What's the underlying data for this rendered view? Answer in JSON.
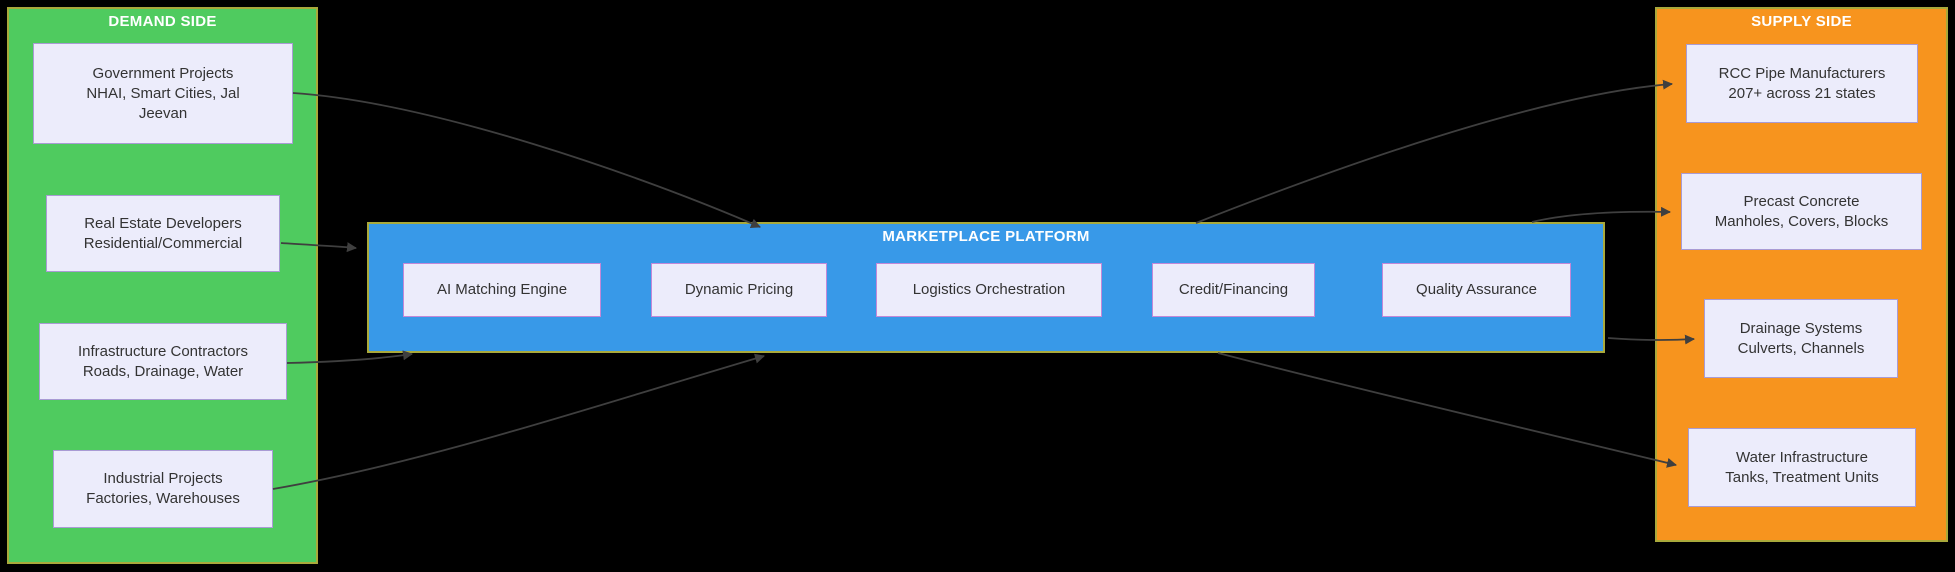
{
  "diagram": {
    "demand": {
      "title": "DEMAND SIDE",
      "fill": "#4FCB5F",
      "nodes": [
        {
          "lines": [
            "Government Projects",
            "NHAI, Smart Cities, Jal",
            "Jeevan"
          ]
        },
        {
          "lines": [
            "Real Estate Developers",
            "Residential/Commercial"
          ]
        },
        {
          "lines": [
            "Infrastructure Contractors",
            "Roads, Drainage, Water"
          ]
        },
        {
          "lines": [
            "Industrial Projects",
            "Factories, Warehouses"
          ]
        }
      ]
    },
    "platform": {
      "title": "MARKETPLACE PLATFORM",
      "fill": "#3899E8",
      "nodes": [
        {
          "label": "AI Matching Engine"
        },
        {
          "label": "Dynamic Pricing"
        },
        {
          "label": "Logistics Orchestration"
        },
        {
          "label": "Credit/Financing"
        },
        {
          "label": "Quality Assurance"
        }
      ]
    },
    "supply": {
      "title": "SUPPLY SIDE",
      "fill": "#F7941E",
      "nodes": [
        {
          "lines": [
            "RCC Pipe Manufacturers",
            "207+ across 21 states"
          ]
        },
        {
          "lines": [
            "Precast Concrete",
            "Manholes, Covers, Blocks"
          ]
        },
        {
          "lines": [
            "Drainage Systems",
            "Culverts, Channels"
          ]
        },
        {
          "lines": [
            "Water Infrastructure",
            "Tanks, Treatment Units"
          ]
        }
      ]
    },
    "edges": [
      {
        "from": "Government Projects",
        "to": "Marketplace Platform"
      },
      {
        "from": "Real Estate Developers",
        "to": "Marketplace Platform"
      },
      {
        "from": "Infrastructure Contractors",
        "to": "Marketplace Platform"
      },
      {
        "from": "Industrial Projects",
        "to": "Marketplace Platform"
      },
      {
        "from": "Marketplace Platform",
        "to": "RCC Pipe Manufacturers"
      },
      {
        "from": "Marketplace Platform",
        "to": "Precast Concrete"
      },
      {
        "from": "Marketplace Platform",
        "to": "Drainage Systems"
      },
      {
        "from": "Marketplace Platform",
        "to": "Water Infrastructure"
      }
    ],
    "colors": {
      "background": "#000000",
      "cluster_border": "#A9A93B",
      "node_fill": "#ECECFB",
      "node_border": "#A99BD4",
      "platform_node_border": "#C288D8",
      "edge": "#3F3F3F",
      "node_text": "#333333",
      "title_text": "#FFFFFF"
    }
  }
}
